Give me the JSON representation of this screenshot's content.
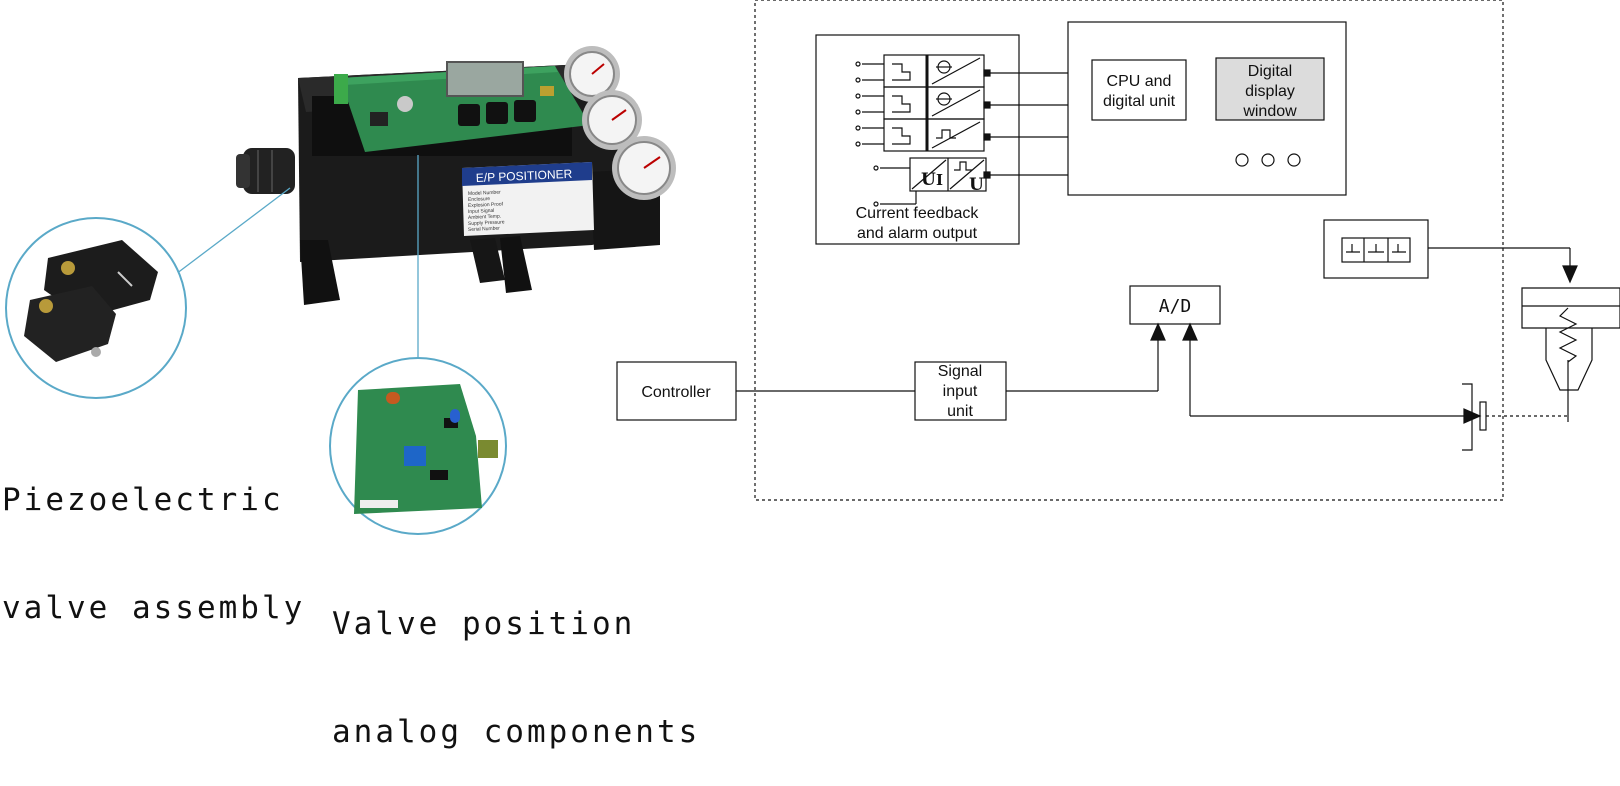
{
  "product_label": {
    "title": "E/P POSITIONER",
    "field_names": [
      "Model Number",
      "Enclosure",
      "Explosion Proof",
      "Input Signal",
      "Ambient Temp.",
      "Supply Pressure",
      "Serial Number"
    ]
  },
  "captions": {
    "piezo": [
      "Piezoelectric",
      "valve assembly"
    ],
    "analog": [
      "Valve position",
      "analog components"
    ]
  },
  "diagram": {
    "left_box_caption": [
      "Current feedback",
      "and alarm output"
    ],
    "converter_letters": [
      "U",
      "I",
      "U"
    ],
    "cpu_label": [
      "CPU and",
      "digital unit"
    ],
    "display_label": [
      "Digital",
      "display",
      "window"
    ],
    "controller_label": "Controller",
    "signal_input_label": [
      "Signal",
      "input",
      "unit"
    ],
    "ad_label": "A/D"
  },
  "colors": {
    "pcb_green": "#2f8a4f",
    "housing_black": "#1b1b1b",
    "label_blue": "#1f3d8c",
    "leader_line": "#5aa9c8",
    "display_box_fill": "#dcdcdc"
  }
}
